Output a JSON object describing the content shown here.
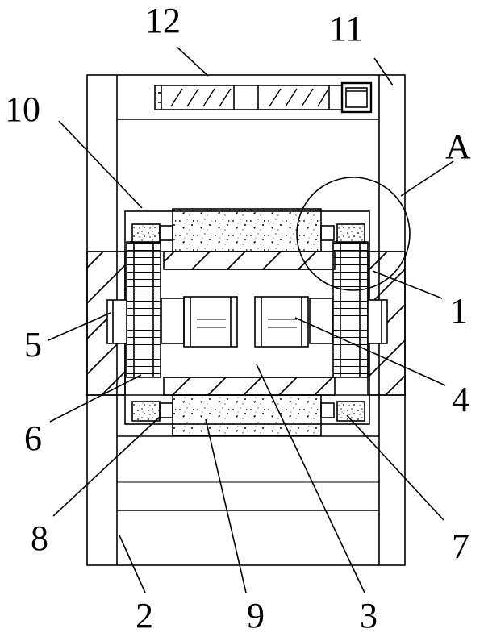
{
  "labels": {
    "l1": "1",
    "l2": "2",
    "l3": "3",
    "l4": "4",
    "l5": "5",
    "l6": "6",
    "l7": "7",
    "l8": "8",
    "l9": "9",
    "l10": "10",
    "l11": "11",
    "l12": "12",
    "lA": "A"
  },
  "colors": {
    "stroke": "#000000",
    "background": "#ffffff"
  }
}
